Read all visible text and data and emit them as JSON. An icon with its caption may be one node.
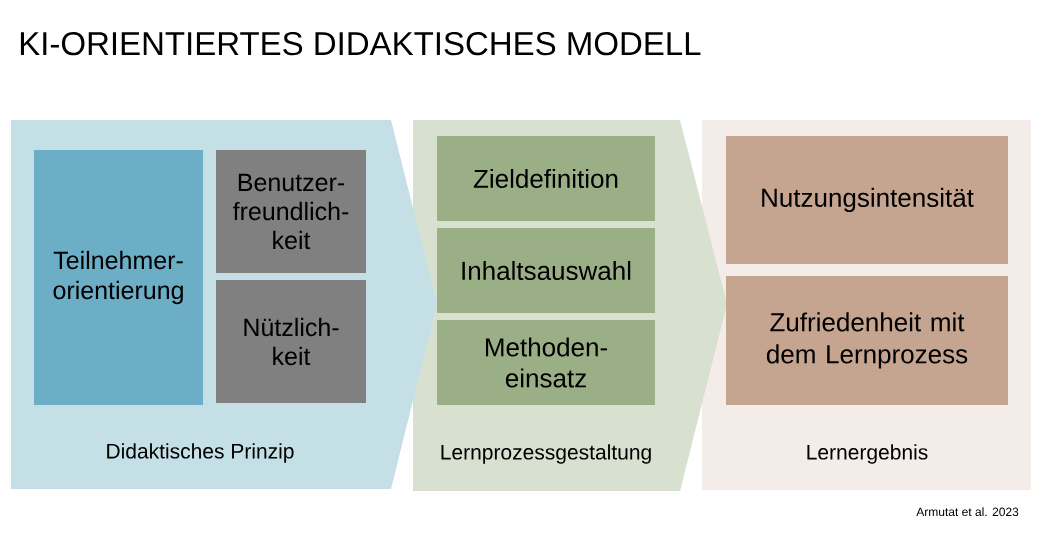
{
  "diagram": {
    "title": "KI-ORIENTIERTES DIDAKTISCHES MODELL",
    "nodes": [
      {
        "text": [
          "Didaktisches Prinzip"
        ]
      },
      {
        "text": [
          "Teilnehmer- orientierung"
        ],
        "in": 0
      },
      {
        "text": [
          "Benutzer- freundlich- keit"
        ],
        "in": 0
      },
      {
        "text": [
          "Nützlich- keit"
        ],
        "in": 0
      },
      {
        "text": [
          "Lernprozessgestaltung"
        ]
      },
      {
        "text": [
          "Zieldefinition"
        ],
        "in": 4
      },
      {
        "text": [
          "Inhaltsauswahl"
        ],
        "in": 4
      },
      {
        "text": [
          "Methoden- einsatz"
        ],
        "in": 4
      },
      {
        "text": [
          "Lernergebnis"
        ]
      },
      {
        "text": [
          "Nutzungsintensität"
        ],
        "in": 8
      },
      {
        "text": [
          "Zufriedenheit mit dem Lernprozess"
        ],
        "in": 8
      }
    ],
    "labels": [
      "Armutat et al. 2023"
    ]
  }
}
